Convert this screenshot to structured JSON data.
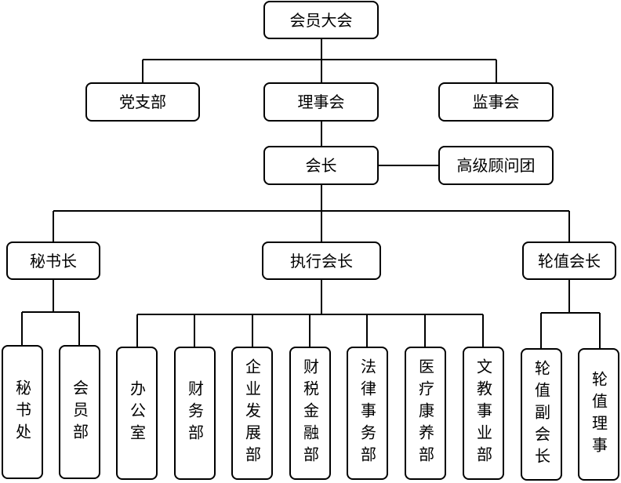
{
  "nodes": {
    "general_assembly": "会员大会",
    "party_branch": "党支部",
    "council": "理事会",
    "supervisory_board": "监事会",
    "president": "会长",
    "senior_advisors": "高级顾问团",
    "secretary_general": "秘书长",
    "executive_president": "执行会长",
    "rotating_president": "轮值会长",
    "secretariat": "秘书处",
    "membership_dept": "会员部",
    "general_office": "办公室",
    "finance_dept": "财务部",
    "enterprise_dev_dept": "企业发展部",
    "finance_tax_dept": "财税金融部",
    "legal_affairs_dept": "法律事务部",
    "healthcare_dept": "医疗康养部",
    "culture_edu_dept": "文教事业部",
    "rotating_vice_president": "轮值副会长",
    "rotating_director": "轮值理事"
  }
}
